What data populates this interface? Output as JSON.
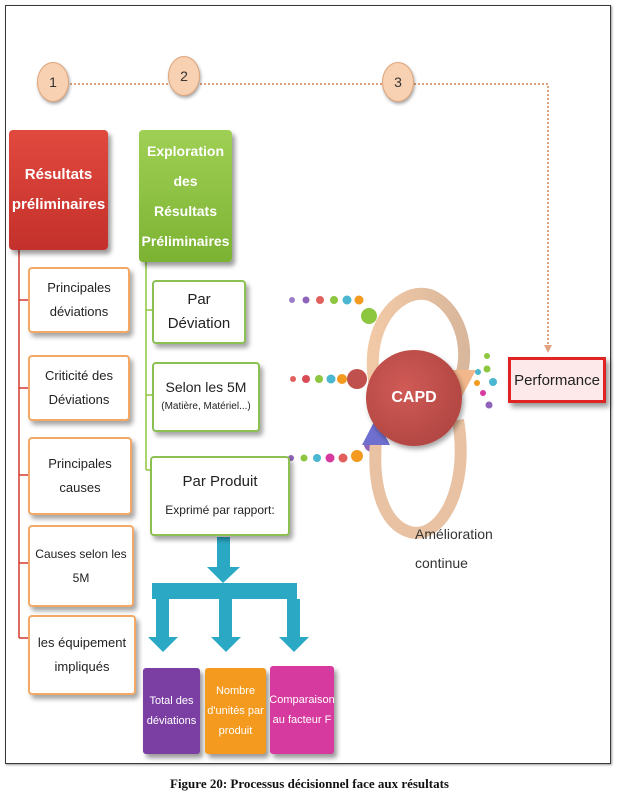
{
  "steps": [
    "1",
    "2",
    "3"
  ],
  "column1": {
    "header": "Résultats préliminaires",
    "items": [
      "Principales déviations",
      "Criticité des Déviations",
      "Principales causes",
      "Causes selon les 5M",
      "les équipement impliqués"
    ]
  },
  "column2": {
    "header": "Exploration des Résultats Préliminaires",
    "item1": "Par Déviation",
    "item2_main": "Selon les 5M",
    "item2_note": "(Matière, Matériel...)",
    "item3_title": "Par Produit",
    "item3_sub": "Exprimé par rapport:"
  },
  "leaves": [
    "Total des déviations",
    "Nombre d'unités par produit",
    "Comparaison au facteur F"
  ],
  "cycle": {
    "center": "CAPD",
    "label": "Amélioration continue"
  },
  "performance": "Performance",
  "caption": "Figure 20: Processus décisionnel face aux résultats",
  "colors": {
    "red_header": "#d03a31",
    "green_header": "#8dc63f",
    "capd": "#c0504d",
    "purple": "#7b3fa3",
    "orange": "#f39a1f",
    "magenta": "#d63a9f",
    "arrow": "#2aa8c4"
  }
}
